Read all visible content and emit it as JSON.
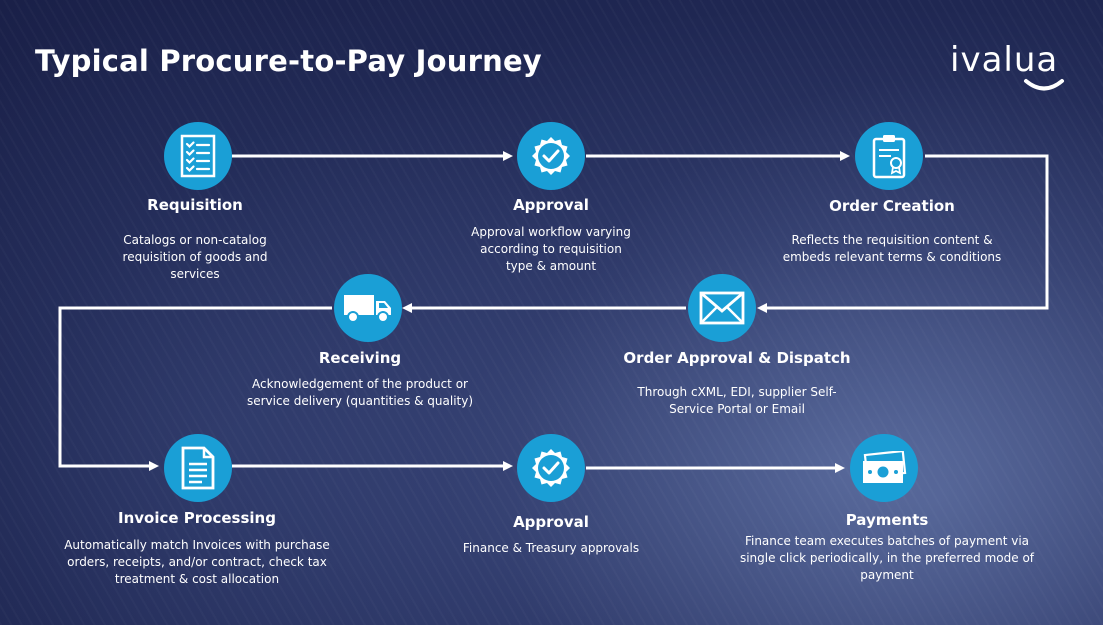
{
  "title": "Typical Procure-to-Pay Journey",
  "logo": {
    "text": "ivalua"
  },
  "colors": {
    "accent": "#1a9fd6",
    "background": "#1f2752",
    "text": "#ffffff"
  },
  "steps": [
    {
      "id": "requisition",
      "icon": "checklist-icon",
      "label": "Requisition",
      "description": [
        "Catalogs or non-catalog",
        "requisition of goods and",
        "services"
      ]
    },
    {
      "id": "approval-1",
      "icon": "checkmark-badge-icon",
      "label": "Approval",
      "description": [
        "Approval workflow varying",
        "according to requisition",
        "type & amount"
      ]
    },
    {
      "id": "order-creation",
      "icon": "certificate-clipboard-icon",
      "label": "Order Creation",
      "description": [
        "Reflects the requisition content &",
        "embeds relevant terms & conditions"
      ]
    },
    {
      "id": "order-approval-dispatch",
      "icon": "envelope-icon",
      "label": "Order Approval & Dispatch",
      "description": [
        "Through cXML, EDI, supplier Self-",
        "Service Portal or Email"
      ]
    },
    {
      "id": "receiving",
      "icon": "truck-icon",
      "label": "Receiving",
      "description": [
        "Acknowledgement of the product or",
        "service delivery (quantities & quality)"
      ]
    },
    {
      "id": "invoice-processing",
      "icon": "document-icon",
      "label": "Invoice Processing",
      "description": [
        "Automatically match Invoices with purchase",
        "orders, receipts, and/or contract, check tax",
        "treatment & cost allocation"
      ]
    },
    {
      "id": "approval-2",
      "icon": "checkmark-badge-icon",
      "label": "Approval",
      "description": [
        "Finance & Treasury approvals"
      ]
    },
    {
      "id": "payments",
      "icon": "banknote-icon",
      "label": "Payments",
      "description": [
        "Finance team executes batches of payment via",
        "single click periodically, in the preferred mode of",
        "payment"
      ]
    }
  ]
}
